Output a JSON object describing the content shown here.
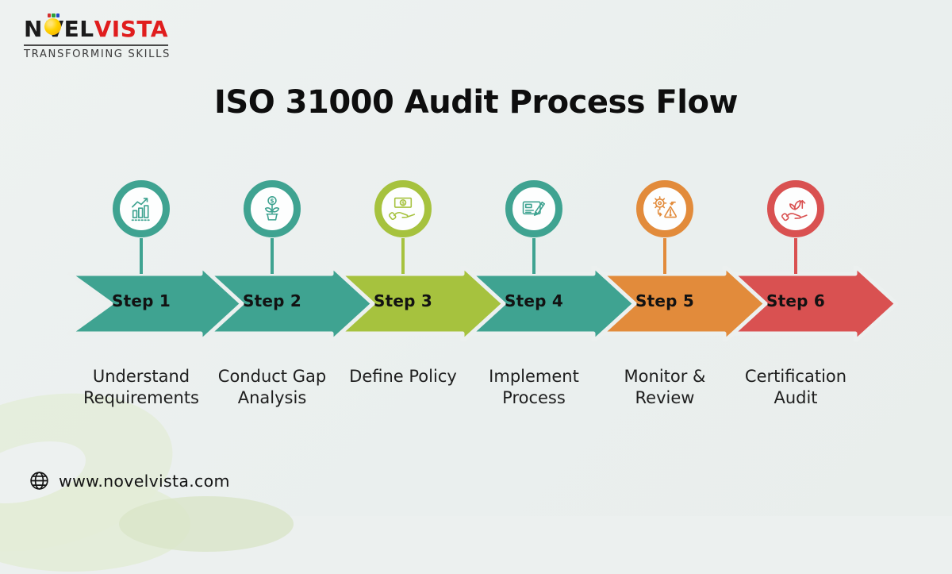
{
  "background": {
    "color": "#ecf0ef",
    "blob_color": "#e3ecd7"
  },
  "logo": {
    "name_prefix": "N",
    "name_mid": "VEL",
    "name_suffix": "VISTA",
    "tagline": "TRANSFORMING SKILLS",
    "suffix_color": "#e01d1d"
  },
  "title": "ISO 31000 Audit Process Flow",
  "steps": [
    {
      "label": "Step 1",
      "description": "Understand Requirements",
      "color": "#3FA391",
      "icon": "growth-chart-icon"
    },
    {
      "label": "Step 2",
      "description": "Conduct Gap Analysis",
      "color": "#3FA391",
      "icon": "money-plant-icon"
    },
    {
      "label": "Step 3",
      "description": "Define Policy",
      "color": "#A6C23E",
      "icon": "hand-money-icon"
    },
    {
      "label": "Step 4",
      "description": "Implement Process",
      "color": "#3FA391",
      "icon": "document-pencil-icon"
    },
    {
      "label": "Step 5",
      "description": "Monitor & Review",
      "color": "#E28B3B",
      "icon": "gear-warning-icon"
    },
    {
      "label": "Step 6",
      "description": "Certification Audit",
      "color": "#D95151",
      "icon": "hand-plant-icon"
    }
  ],
  "footer": {
    "website": "www.novelvista.com",
    "icon": "globe-icon"
  }
}
